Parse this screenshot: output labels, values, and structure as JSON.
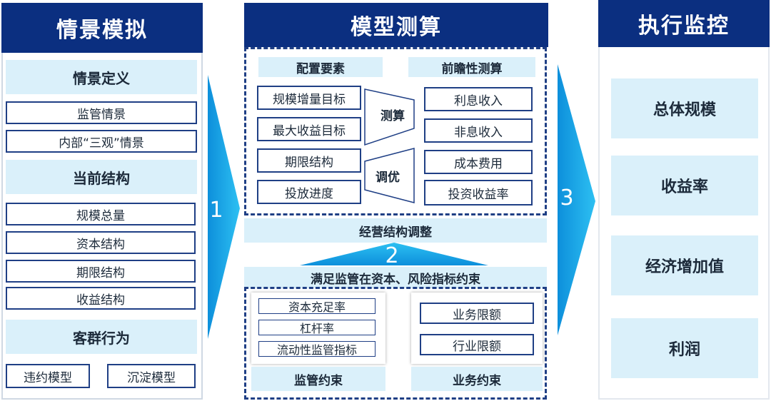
{
  "left": {
    "title": "情景模拟",
    "scenario_def": "情景定义",
    "scenario_items": [
      "监管情景",
      "内部“三观”情景"
    ],
    "current_structure": "当前结构",
    "structure_items": [
      "规模总量",
      "资本结构",
      "期限结构",
      "收益结构"
    ],
    "customer_behavior": "客群行为",
    "behavior_items": [
      "违约模型",
      "沉淀模型"
    ]
  },
  "middle": {
    "title": "模型测算",
    "config_header": "配置要素",
    "forecast_header": "前瞻性测算",
    "config_items": [
      "规模增量目标",
      "最大收益目标",
      "期限结构",
      "投放进度"
    ],
    "forecast_items": [
      "利息收入",
      "非息收入",
      "成本费用",
      "投资收益率"
    ],
    "funnel_calc": "测算",
    "funnel_tune": "调优",
    "adjust": "经营结构调整",
    "constraint_title": "满足监管在资本、风险指标约束",
    "reg_items": [
      "资本充足率",
      "杠杆率",
      "流动性监管指标"
    ],
    "reg_label": "监管约束",
    "biz_items": [
      "业务限额",
      "行业限额"
    ],
    "biz_label": "业务约束"
  },
  "right": {
    "title": "执行监控",
    "items": [
      "总体规模",
      "收益率",
      "经济增加值",
      "利润"
    ]
  },
  "steps": [
    "1",
    "2",
    "3"
  ],
  "colors": {
    "header": "#0b2f80",
    "light": "#daf0fa",
    "arrow": "#12a5e8",
    "border": "#1f3f85"
  }
}
